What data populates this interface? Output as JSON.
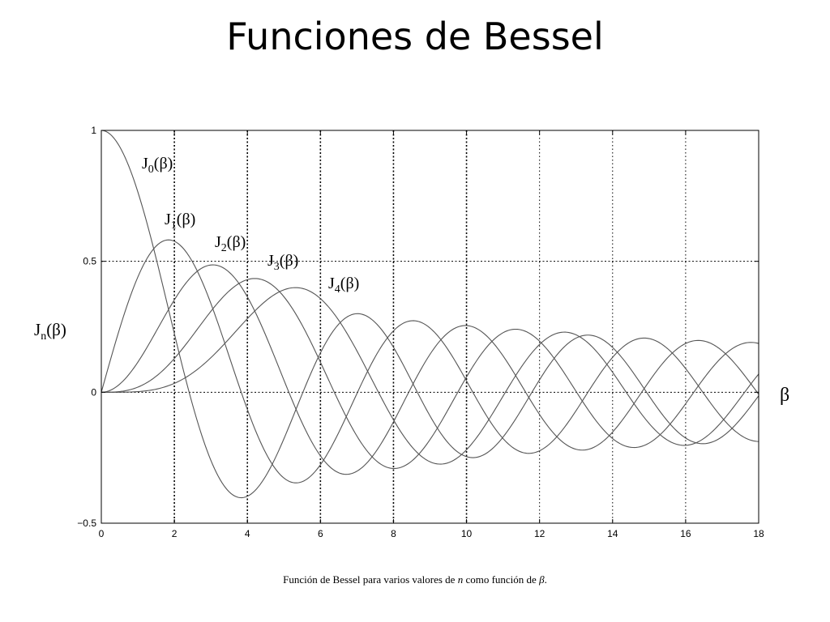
{
  "slide": {
    "title": "Funciones de Bessel"
  },
  "caption": {
    "before_n": "Función de Bessel para varios valores de ",
    "n": "n",
    "middle": " como función de ",
    "beta": "β",
    "end": "."
  },
  "chart_data": {
    "type": "line",
    "xlabel": "β",
    "ylabel": {
      "base": "J",
      "sub": "n",
      "arg": "(β)"
    },
    "xlim": [
      0,
      18
    ],
    "ylim": [
      -0.5,
      1
    ],
    "xticks": [
      0,
      2,
      4,
      6,
      8,
      10,
      12,
      14,
      16,
      18
    ],
    "yticks": [
      -0.5,
      0,
      0.5,
      1
    ],
    "ytick_labels": [
      "−0.5",
      "0",
      "0.5",
      "1"
    ],
    "grid": "dotted",
    "line_color": "#555555",
    "series": [
      {
        "name": "J0(β)",
        "base": "J",
        "sub": "0",
        "arg": "(β)",
        "order": 0
      },
      {
        "name": "J1(β)",
        "base": "J",
        "sub": "1",
        "arg": "(β)",
        "order": 1
      },
      {
        "name": "J2(β)",
        "base": "J",
        "sub": "2",
        "arg": "(β)",
        "order": 2
      },
      {
        "name": "J3(β)",
        "base": "J",
        "sub": "3",
        "arg": "(β)",
        "order": 3
      },
      {
        "name": "J4(β)",
        "base": "J",
        "sub": "4",
        "arg": "(β)",
        "order": 4
      }
    ],
    "sample_points": [
      {
        "x": 0,
        "values": [
          1.0,
          0.0,
          0.0,
          0.0,
          0.0
        ]
      },
      {
        "x": 2,
        "values": [
          0.224,
          0.577,
          0.353,
          0.129,
          0.034
        ]
      },
      {
        "x": 4,
        "values": [
          -0.397,
          -0.066,
          0.364,
          0.43,
          0.281
        ]
      },
      {
        "x": 6,
        "values": [
          0.151,
          -0.277,
          -0.243,
          0.115,
          0.358
        ]
      },
      {
        "x": 8,
        "values": [
          0.172,
          0.235,
          -0.113,
          -0.291,
          -0.105
        ]
      },
      {
        "x": 10,
        "values": [
          -0.246,
          0.043,
          0.255,
          0.058,
          -0.22
        ]
      },
      {
        "x": 12,
        "values": [
          0.048,
          -0.223,
          -0.085,
          0.195,
          0.182
        ]
      },
      {
        "x": 14,
        "values": [
          0.171,
          0.133,
          -0.152,
          -0.177,
          0.076
        ]
      },
      {
        "x": 16,
        "values": [
          -0.175,
          0.09,
          0.186,
          -0.044,
          -0.203
        ]
      },
      {
        "x": 18,
        "values": [
          -0.014,
          -0.188,
          0.008,
          0.186,
          -0.007
        ]
      }
    ]
  }
}
